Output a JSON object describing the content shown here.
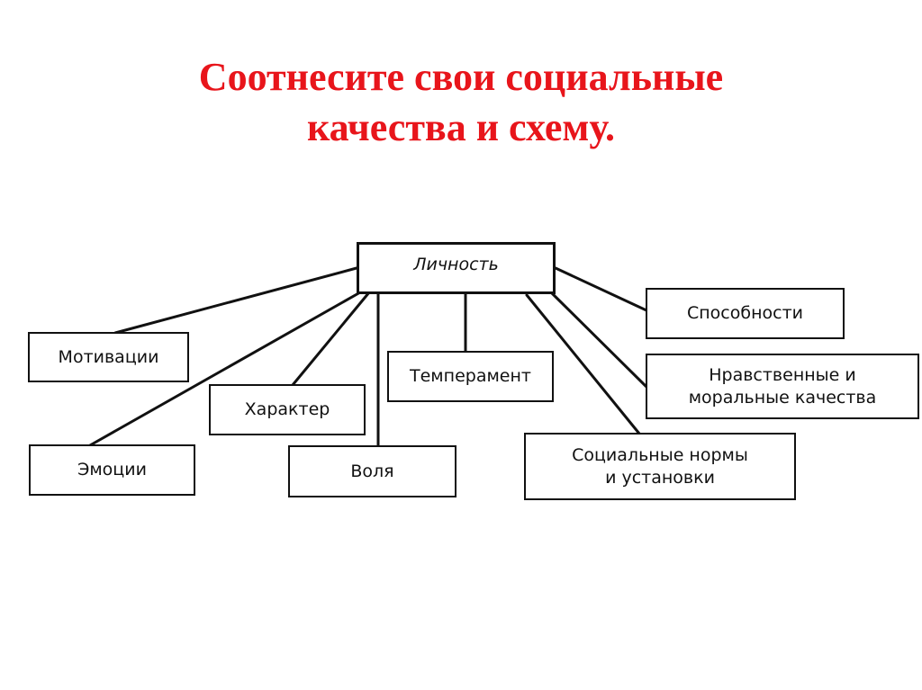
{
  "title": {
    "line1": "Соотнесите свои социальные",
    "line2": "качества и схему."
  },
  "colors": {
    "title": "#e8151b",
    "ink": "#111111",
    "background": "#ffffff"
  },
  "diagram": {
    "root": "Личность",
    "nodes": {
      "motivation": "Мотивации",
      "emotions": "Эмоции",
      "character": "Характер",
      "will": "Воля",
      "temperament": "Темперамент",
      "social_norms": [
        "Социальные нормы",
        "и установки"
      ],
      "moral": [
        "Нравственные и",
        "моральные качества"
      ],
      "abilities": "Способности"
    }
  }
}
